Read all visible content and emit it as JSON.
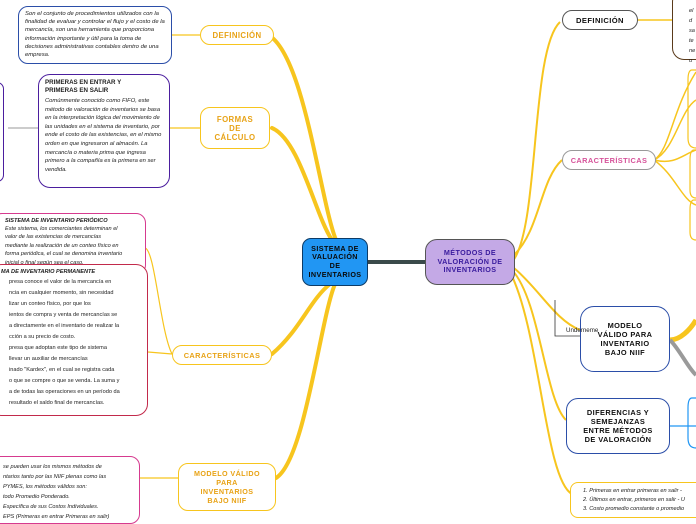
{
  "central": {
    "label": "SISTEMA DE VALUACIÓN DE INVENTARIOS"
  },
  "second_central": {
    "label": "MÉTODOS DE VALORACIÓN DE INVENTARIOS"
  },
  "left_branches": {
    "definicion": {
      "label": "DEFINICIÓN",
      "text": "Son el conjunto de procedimientos utilizados con la finalidad de evaluar y controlar el flujo y el costo de la mercancía, son una herramienta que proporciona información importante y útil para la toma de decisiones administrativas contables dentro de una empresa."
    },
    "formas": {
      "label": "FORMAS DE CÁLCULO",
      "peps_title": "PRIMERAS EN ENTRAR Y PRIMERAS EN SALIR",
      "peps_text": "Comúnmente conocido como FIFO, este método de valoración de inventarios se basa en la interpretación lógica del movimiento de las unidades en el sistema de inventario, por ende el costo de las existencias, en el mismo orden en que ingresaron al almacén. La mercancía o materia prima que ingresa primero a la compañía es la primera en ser vendida."
    },
    "caracteristicas": {
      "label": "CARACTERÍSTICAS",
      "periodico_title": "SISTEMA DE INVENTARIO PERIÓDICO",
      "periodico_text": "Este sistema, los comerciantes determinan el valor de las existencias de mercancías mediante la realización de un conteo físico en forma periódica, el cual se denomina inventario inicial o final según sea el caso.",
      "permanente_title": "MA DE INVENTARIO PERMANENTE",
      "permanente_lines": [
        "presa conoce el valor de la mercancía en",
        "ncia en cualquier momento, sin necesidad",
        "lizar un conteo físico, por que los",
        "ientos de compra y venta de mercancías se",
        "a directamente en el inventario de realizar la",
        "cción a su precio de costo.",
        "presa que adoptan este tipo de sistema",
        "llevar un auxiliar de mercancías",
        "inado \"Kardex\", en el cual se registra cada",
        "o que se compre o que se venda. La suma y",
        "a de todas las operaciones en un período da",
        "resultado el saldo final de mercancías."
      ]
    },
    "modelo": {
      "label": "MODELO VÁLIDO PARA INVENTARIOS BAJO NIIF",
      "lines": [
        "se pueden usar los mismos métodos de",
        "ntarios tanto por las NIIF plenas como las",
        "PYMES, los métodos válidos son:",
        "todo Promedio Ponderado.",
        "Específica de sus Costos Individuales.",
        "EPS (Primeras en entrar Primeras en salir)"
      ]
    }
  },
  "right_branches": {
    "definicion": {
      "label": "DEFINICIÓN",
      "fragment_lines": [
        "el",
        "d",
        "sa",
        "te",
        "ne",
        "u"
      ]
    },
    "caracteristicas": {
      "label": "CARACTERÍSTICAS"
    },
    "modelo": {
      "label": "MODELO VÁLIDO PARA INVENTARIO BAJO NIIF"
    },
    "underneme": {
      "label": "Underneme"
    },
    "diferencias": {
      "label": "DIFERENCIAS Y SEMEJANZAS ENTRE MÉTODOS DE VALORACIÓN"
    },
    "list": {
      "items": [
        "1. Primeras en entrar primeras en salir - ",
        "2. Últimos en entrar, primeros en salir - U",
        "3. Costo promedio constante o promedio "
      ]
    }
  },
  "colors": {
    "yellow": "#f7c51e",
    "orange_text": "#e8a317",
    "blue_border": "#2b4ea8",
    "purple_border": "#4b1e9e",
    "pink_border": "#d63a8f",
    "red_border": "#c22a4b",
    "central_fill": "#2196f3",
    "second_central_fill": "#c4a9e6",
    "char_pink": "#d6539a",
    "dark_brown": "#5a3a1a",
    "dark_line": "#3a4a4a"
  }
}
